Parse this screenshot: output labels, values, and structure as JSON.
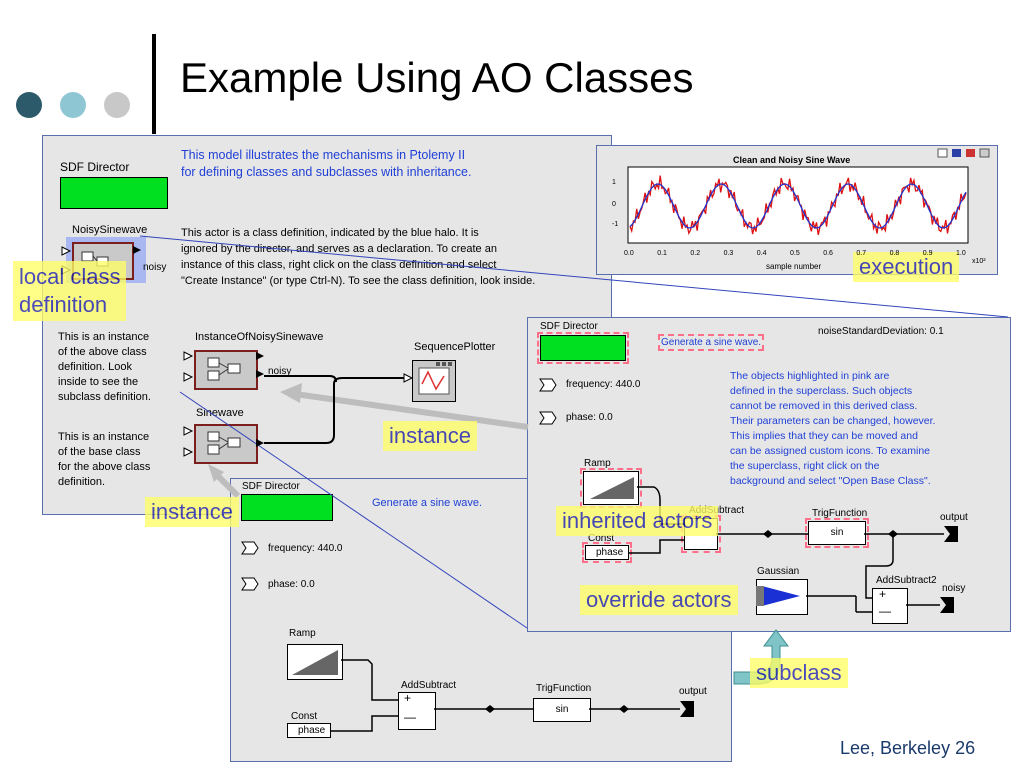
{
  "slide": {
    "title": "Example Using AO Classes",
    "footer": "Lee, Berkeley 26",
    "dot_colors": [
      "#2c5a6a",
      "#8ec6d3",
      "#c8c8c8"
    ]
  },
  "main": {
    "director": "SDF Director",
    "description": "This model illustrates the mechanisms in Ptolemy II\nfor defining classes and subclasses with inheritance.",
    "class_name": "NoisySinewave",
    "class_port": "noisy",
    "class_text": "This actor is a class definition, indicated by the blue halo. It is\nignored by the director, and serves as a declaration. To create an\ninstance of this class, right click on the class definition and select\n\"Create Instance\" (or type Ctrl-N). To see the class definition, look inside.",
    "instance1_text": "This is an instance\nof the above class\ndefinition. Look\ninside to see the\nsubclass definition.",
    "instance1_name": "InstanceOfNoisySinewave",
    "instance1_port": "noisy",
    "instance2_text": "This is an instance\nof the base class\nfor the above class\ndefinition.",
    "instance2_name": "Sinewave",
    "plotter": "SequencePlotter"
  },
  "plot": {
    "title": "Clean and Noisy Sine Wave",
    "xlabel": "sample number",
    "xticks": [
      "0.0",
      "0.1",
      "0.2",
      "0.3",
      "0.4",
      "0.5",
      "0.6",
      "0.7",
      "0.8",
      "0.9",
      "1.0"
    ],
    "xsuffix": "x10²",
    "yticks": [
      "1",
      "0",
      "-1"
    ]
  },
  "base_class": {
    "director": "SDF Director",
    "description": "Generate a sine wave.",
    "frequency": "frequency: 440.0",
    "phase": "phase: 0.0",
    "ramp": "Ramp",
    "const": "Const",
    "const_param": "phase",
    "addsubtract": "AddSubtract",
    "trig": "TrigFunction",
    "trig_fn": "sin",
    "output": "output",
    "plus": "+",
    "minus": "—"
  },
  "subclass": {
    "director": "SDF Director",
    "param": "noiseStandardDeviation: 0.1",
    "description": "Generate a sine wave.",
    "frequency": "frequency: 440.0",
    "phase": "phase: 0.0",
    "note": "The objects highlighted in pink are\ndefined in the superclass. Such objects\ncannot be removed in this derived class.\nTheir parameters can be changed, however.\nThis implies that they can be moved and\ncan be assigned custom icons. To examine\nthe superclass, right click on the\nbackground and select \"Open Base Class\".",
    "ramp": "Ramp",
    "const": "Const",
    "const_param": "phase",
    "addsubtract": "AddSubtract",
    "trig": "TrigFunction",
    "trig_fn": "sin",
    "output": "output",
    "gaussian": "Gaussian",
    "addsubtract2": "AddSubtract2",
    "noisy": "noisy",
    "plus": "+",
    "minus": "—"
  },
  "callouts": {
    "local_class": "local class\ndefinition",
    "execution": "execution",
    "instance_a": "instance",
    "instance_b": "instance",
    "inherited": "inherited actors",
    "override": "override actors",
    "subclass": "subclass"
  }
}
